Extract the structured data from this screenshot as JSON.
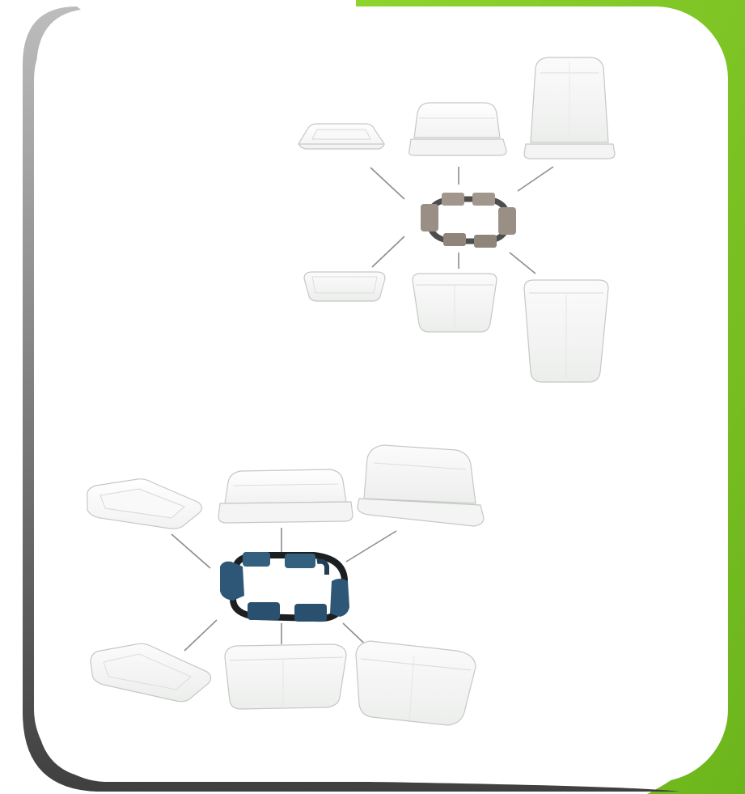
{
  "colors": {
    "background": "#ffffff",
    "accent_green": "#7dc623",
    "accent_green_dark": "#5e9e17",
    "frame_shadow": "#4f4f4f",
    "card": "#ffffff",
    "container_fill": "#f3f4f3",
    "container_edge": "#c9cbc9",
    "connector_line": "#8e8e8e",
    "clip_ring_beige": "#9a8f84",
    "clip_ring_beige_band": "#4d4d4d",
    "clip_ring_blue": "#2e5677",
    "clip_ring_blue_band": "#1c1f22"
  },
  "groups": [
    {
      "name": "square-container-set",
      "clip_ring_color": "beige",
      "container_count": 6
    },
    {
      "name": "rectangular-container-set",
      "clip_ring_color": "blue",
      "container_count": 6
    }
  ]
}
